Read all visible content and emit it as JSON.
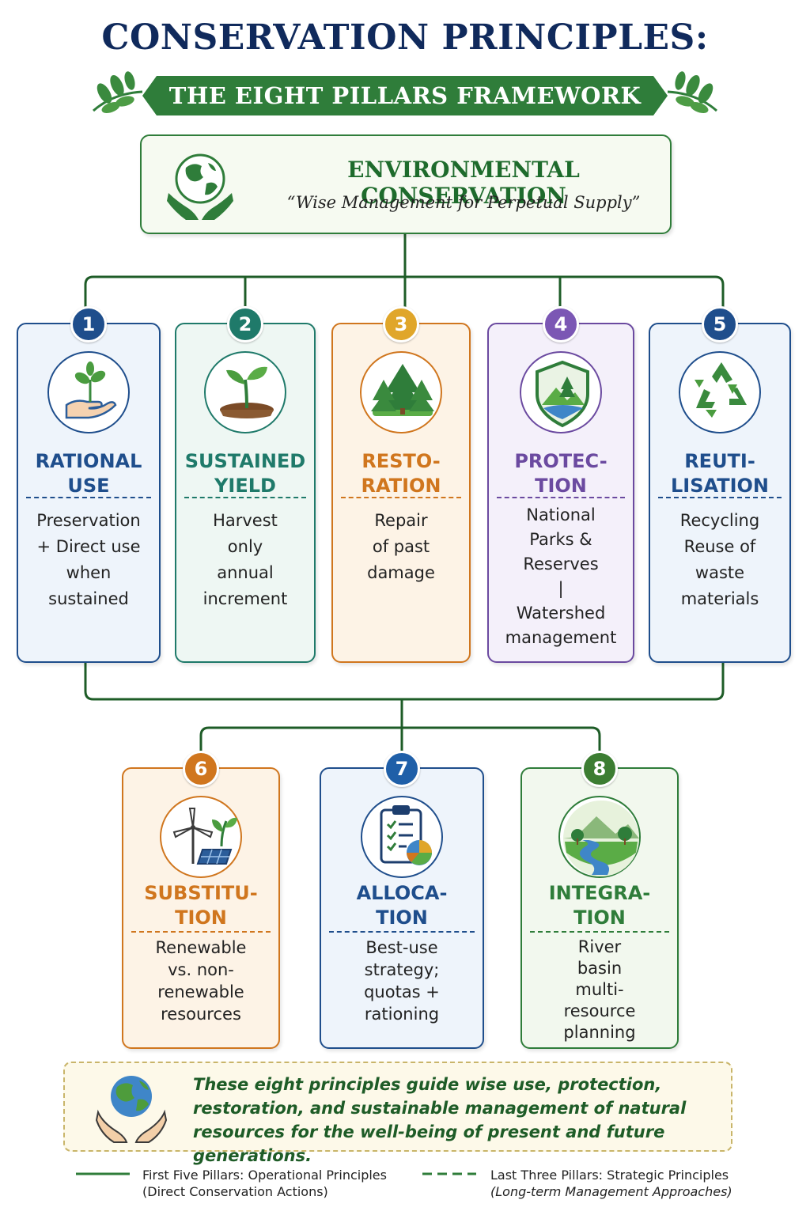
{
  "header": {
    "title": "CONSERVATION PRINCIPLES:",
    "subtitle": "THE EIGHT PILLARS FRAMEWORK"
  },
  "root": {
    "title": "ENVIRONMENTAL CONSERVATION",
    "quote": "“Wise Management for Perpetual Supply”",
    "icon": "globe-in-hands-icon"
  },
  "pillars": [
    {
      "number": "1",
      "heading": [
        "RATIONAL",
        "USE"
      ],
      "description": [
        "Preservation",
        "+ Direct use",
        "when",
        "sustained"
      ],
      "icon": "hand-with-sprout-icon",
      "color": "#1f4e8c",
      "bg": "#eef4fb"
    },
    {
      "number": "2",
      "heading": [
        "SUSTAINED",
        "YIELD"
      ],
      "description": [
        "Harvest",
        "only",
        "annual",
        "increment"
      ],
      "icon": "seedling-in-soil-icon",
      "color": "#1f7a6a",
      "bg": "#eef7f3"
    },
    {
      "number": "3",
      "heading": [
        "RESTO-",
        "RATION"
      ],
      "description": [
        "Repair",
        "of past",
        "damage"
      ],
      "icon": "pine-trees-icon",
      "color": "#d0761e",
      "bg": "#fdf3e6"
    },
    {
      "number": "4",
      "heading": [
        "PROTEC-",
        "TION"
      ],
      "description": [
        "National",
        "Parks &",
        "Reserves",
        "|",
        "Watershed",
        "management"
      ],
      "icon": "nature-shield-icon",
      "color": "#6b4aa0",
      "bg": "#f4f0fa"
    },
    {
      "number": "5",
      "heading": [
        "REUTI-",
        "LISATION"
      ],
      "description": [
        "Recycling",
        "Reuse of",
        "waste",
        "materials"
      ],
      "icon": "recycle-icon",
      "color": "#1f4e8c",
      "bg": "#eef4fb"
    },
    {
      "number": "6",
      "heading": [
        "SUBSTITU-",
        "TION"
      ],
      "description": [
        "Renewable",
        "vs. non-",
        "renewable",
        "resources"
      ],
      "icon": "wind-solar-icon",
      "color": "#d0761e",
      "bg": "#fdf3e6"
    },
    {
      "number": "7",
      "heading": [
        "ALLOCA-",
        "TION"
      ],
      "description": [
        "Best-use",
        "strategy;",
        "quotas +",
        "rationing"
      ],
      "icon": "clipboard-chart-icon",
      "color": "#1f4e8c",
      "bg": "#eef4fb"
    },
    {
      "number": "8",
      "heading": [
        "INTEGRA-",
        "TION"
      ],
      "description": [
        "River",
        "basin",
        "multi-",
        "resource",
        "planning"
      ],
      "icon": "river-valley-icon",
      "color": "#2f7d3a",
      "bg": "#f2f8ee"
    }
  ],
  "badge_colors": [
    "#1f4e8c",
    "#1f7a6a",
    "#e0a62a",
    "#7b57b4",
    "#1f4e8c",
    "#d0761e",
    "#1f5fa8",
    "#3c7d32"
  ],
  "note": {
    "text": "These eight principles guide wise use, protection, restoration, and sustainable management of natural resources for the well-being of present and future generations.",
    "icon": "earth-in-hands-icon"
  },
  "legend": [
    {
      "line": "solid",
      "label": "First Five Pillars: Operational Principles",
      "sublabel": "(Direct Conservation Actions)"
    },
    {
      "line": "dashed",
      "label": "Last Three Pillars: Strategic Principles",
      "sublabel": "(Long-term Management Approaches)"
    }
  ],
  "colors": {
    "navy": "#102a5c",
    "green": "#2f7d3a",
    "connector": "#1e5c27"
  }
}
